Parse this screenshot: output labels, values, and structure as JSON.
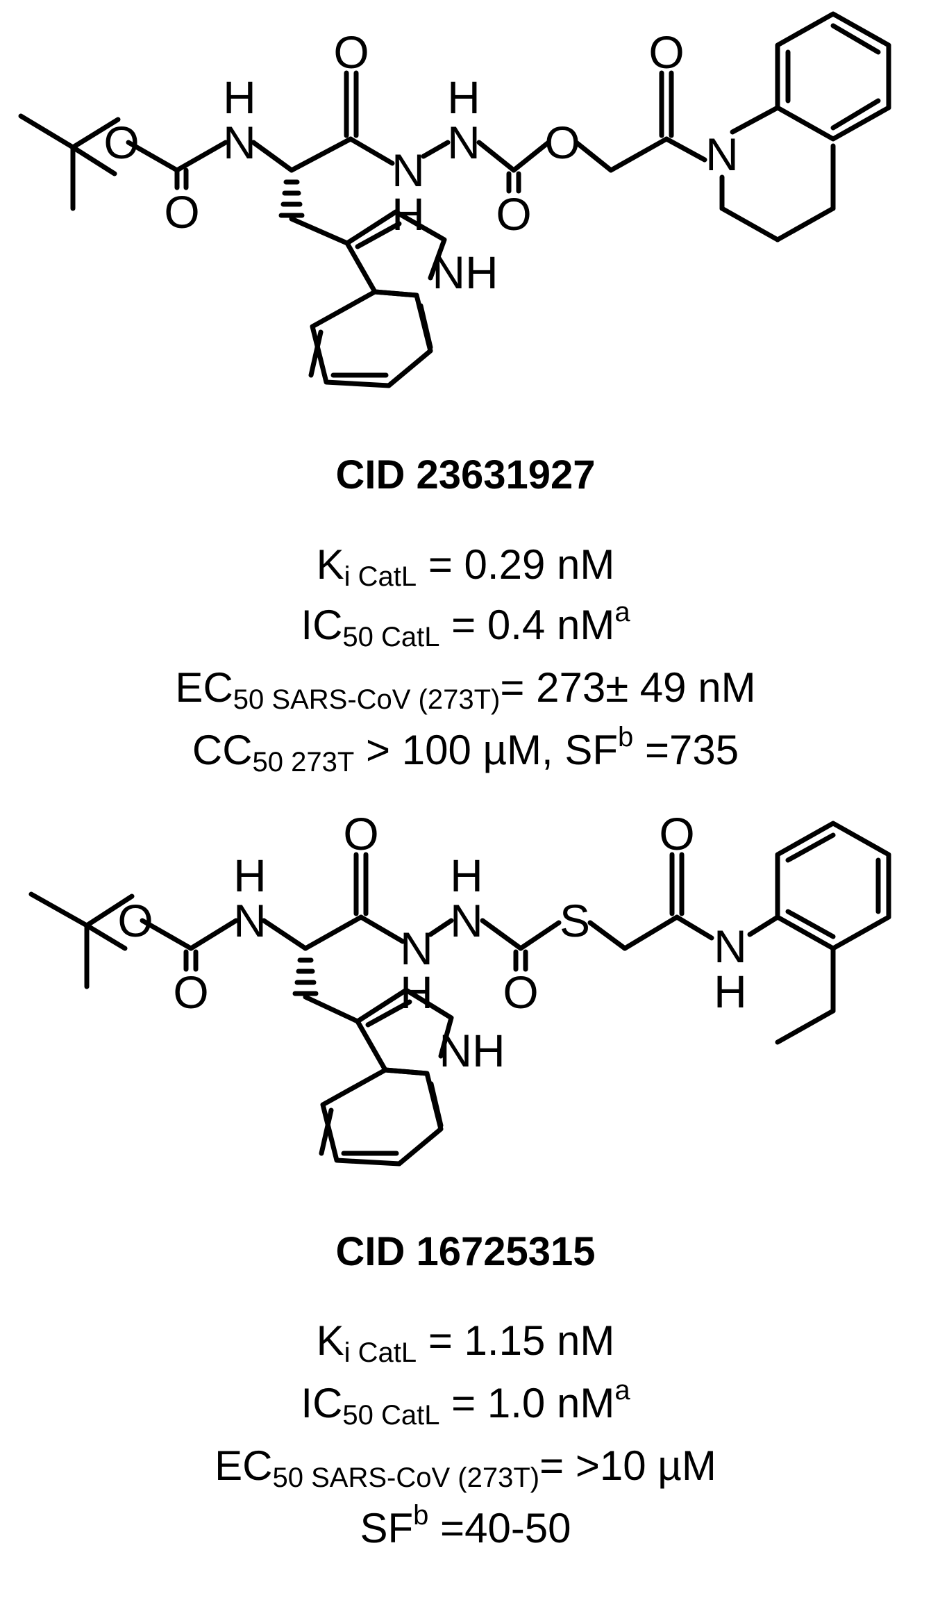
{
  "compounds": [
    {
      "cid": "CID 23631927",
      "atoms": {
        "o1": "O",
        "n1": "N",
        "h1": "H",
        "o2": "O",
        "o3": "O",
        "n2": "N",
        "h2": "H",
        "n3": "N",
        "h3": "H",
        "o4": "O",
        "o5": "O",
        "o6": "O",
        "n4": "N",
        "nh": "NH"
      },
      "props": {
        "ki": {
          "k": "K",
          "sub": "i CatL",
          "rest": " = 0.29 nM"
        },
        "ic50": {
          "ic": "IC",
          "sub": "50 CatL",
          "rest": " = 0.4 nM",
          "sup": "a"
        },
        "ec50": {
          "ec": "EC",
          "sub": "50 SARS-CoV (273T)",
          "rest": "= 273± 49 nM"
        },
        "cc50": {
          "cc": "CC",
          "sub": "50 273T",
          "rest": " > 100 µM, SF",
          "sup": "b",
          "tail": " =735"
        }
      }
    },
    {
      "cid": "CID 16725315",
      "atoms": {
        "o1": "O",
        "n1": "N",
        "h1": "H",
        "o2": "O",
        "o3": "O",
        "n2": "N",
        "h2": "H",
        "n3": "N",
        "h3": "H",
        "o4": "O",
        "s1": "S",
        "o5": "O",
        "n4": "N",
        "h4": "H",
        "nh": "NH"
      },
      "props": {
        "ki": {
          "k": "K",
          "sub": "i CatL",
          "rest": " = 1.15 nM"
        },
        "ic50": {
          "ic": "IC",
          "sub": "50 CatL",
          "rest": " = 1.0 nM",
          "sup": "a"
        },
        "ec50": {
          "ec": "EC",
          "sub": "50 SARS-CoV (273T)",
          "rest": "= >10 µM"
        },
        "sf": {
          "sf": "SF",
          "sup": "b",
          "rest": " =40-50"
        }
      }
    }
  ]
}
